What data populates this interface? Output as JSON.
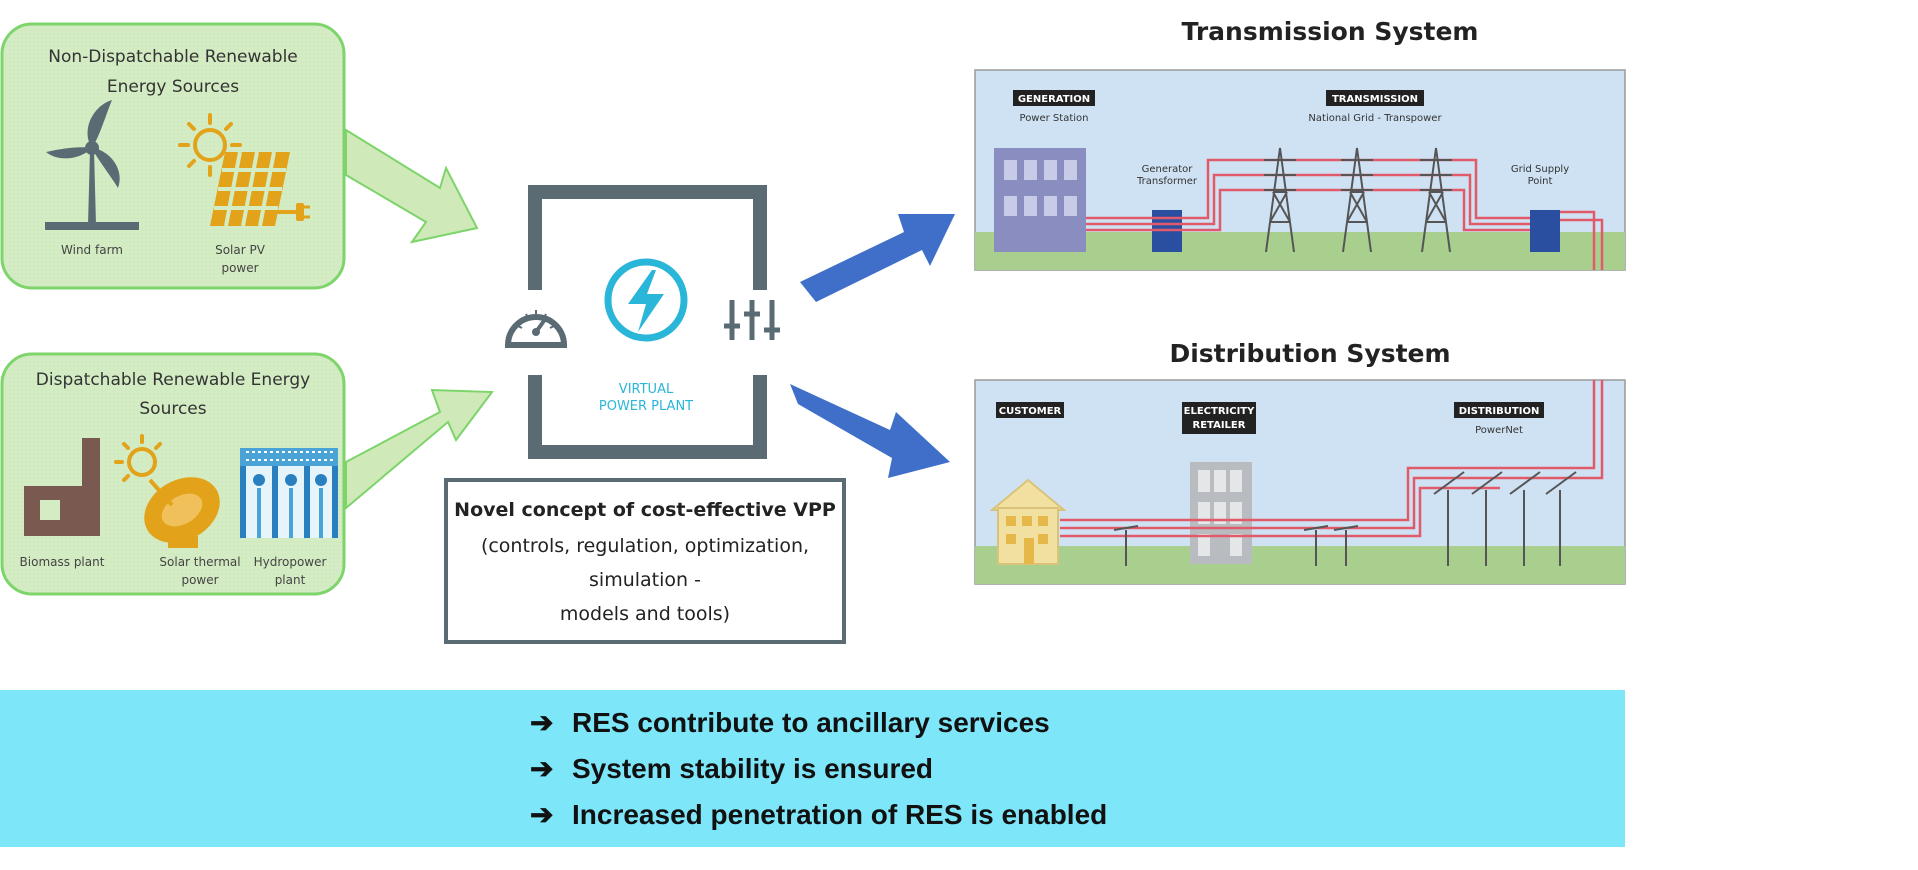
{
  "non_dispatchable": {
    "title_line1": "Non-Dispatchable Renewable",
    "title_line2": "Energy Sources",
    "wind_label": "Wind farm",
    "solar_pv_line1": "Solar PV",
    "solar_pv_line2": "power"
  },
  "dispatchable": {
    "title_line1": "Dispatchable Renewable Energy",
    "title_line2": "Sources",
    "biomass_label": "Biomass plant",
    "solar_thermal_line1": "Solar thermal",
    "solar_thermal_line2": "power",
    "hydro_line1": "Hydropower",
    "hydro_line2": "plant"
  },
  "vpp": {
    "line1": "VIRTUAL",
    "line2": "POWER PLANT"
  },
  "novel": {
    "line1": "Novel concept of cost-effective VPP",
    "line2": "(controls, regulation, optimization,",
    "line3": "simulation -",
    "line4": "models and tools)"
  },
  "transmission": {
    "title": "Transmission System",
    "generation_tag": "GENERATION",
    "generation_sub": "Power Station",
    "transmission_tag": "TRANSMISSION",
    "transmission_sub": "National Grid - Transpower",
    "gen_transformer_line1": "Generator",
    "gen_transformer_line2": "Transformer",
    "grid_supply_line1": "Grid Supply",
    "grid_supply_line2": "Point"
  },
  "distribution": {
    "title": "Distribution System",
    "customer_tag": "CUSTOMER",
    "retailer_tag_line1": "ELECTRICITY",
    "retailer_tag_line2": "RETAILER",
    "distribution_tag": "DISTRIBUTION",
    "distribution_sub": "PowerNet"
  },
  "banner": {
    "items": [
      "RES contribute to ancillary services",
      "System stability is ensured",
      "Increased penetration of RES is enabled"
    ],
    "background": "#7de6f9"
  },
  "colors": {
    "green_box_fill": "#d4ecc4",
    "green_box_stroke": "#7dd46a",
    "blue_arrow": "#3f6fc9",
    "vpp_accent": "#29b6d8",
    "grid_sky": "#cfe2f3",
    "grid_ground": "#a9cf8f",
    "power_line": "#e05a6a"
  }
}
